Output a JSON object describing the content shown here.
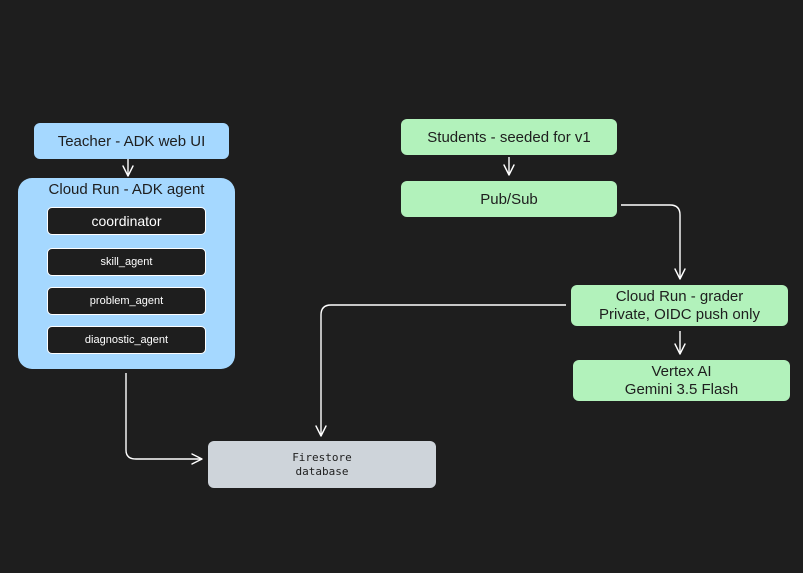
{
  "nodes": {
    "teacher": {
      "label": "Teacher - ADK web UI",
      "color": "#a5d8ff"
    },
    "cloud_run_agent": {
      "title": "Cloud Run - ADK agent",
      "color": "#a5d8ff",
      "children": {
        "coordinator": "coordinator",
        "skill_agent": "skill_agent",
        "problem_agent": "problem_agent",
        "diagnostic_agent": "diagnostic_agent"
      }
    },
    "students": {
      "label": "Students - seeded for v1",
      "color": "#b2f2bb"
    },
    "pubsub": {
      "label": "Pub/Sub",
      "color": "#b2f2bb"
    },
    "grader": {
      "line1": "Cloud Run - grader",
      "line2": "Private, OIDC push only",
      "color": "#b2f2bb"
    },
    "vertex": {
      "line1": "Vertex AI",
      "line2": "Gemini 3.5 Flash",
      "color": "#b2f2bb"
    },
    "firestore": {
      "line1": "Firestore",
      "line2": "database",
      "color": "#ced4da"
    }
  },
  "edges": [
    {
      "from": "teacher",
      "to": "cloud_run_agent"
    },
    {
      "from": "students",
      "to": "pubsub"
    },
    {
      "from": "pubsub",
      "to": "grader"
    },
    {
      "from": "grader",
      "to": "vertex"
    },
    {
      "from": "grader",
      "to": "firestore"
    },
    {
      "from": "cloud_run_agent",
      "to": "firestore"
    }
  ],
  "colors": {
    "background": "#1e1e1e",
    "edge": "#ffffff"
  }
}
